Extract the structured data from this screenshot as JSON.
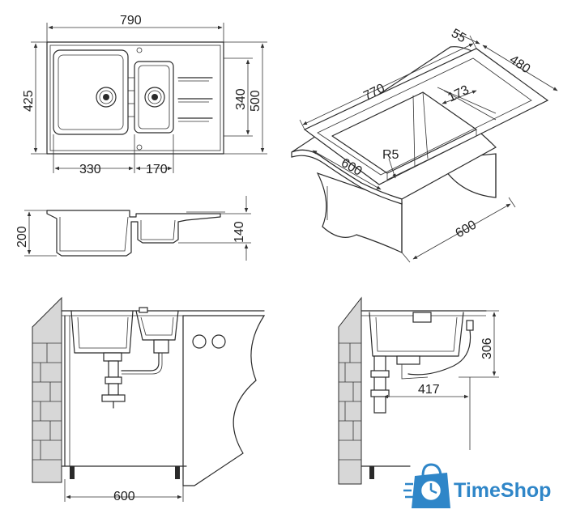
{
  "top_view": {
    "width_label": "790",
    "left_height_label": "425",
    "right_inner_label": "340",
    "right_outer_label": "500",
    "bowl1_label": "330",
    "bowl2_label": "170"
  },
  "side_view": {
    "depth1_label": "200",
    "depth2_label": "140"
  },
  "iso_view": {
    "thickness_label": "55",
    "depth_label": "480",
    "length_label": "770",
    "inner_label": "173",
    "radius_label": "R5",
    "cabinet_front_label": "600",
    "cabinet_side_label": "600"
  },
  "install_front": {
    "cabinet_label": "600"
  },
  "install_side": {
    "height_label": "306",
    "drain_offset_label": "417"
  },
  "brand": {
    "name": "TimeShop",
    "color": "#2f86c8"
  }
}
